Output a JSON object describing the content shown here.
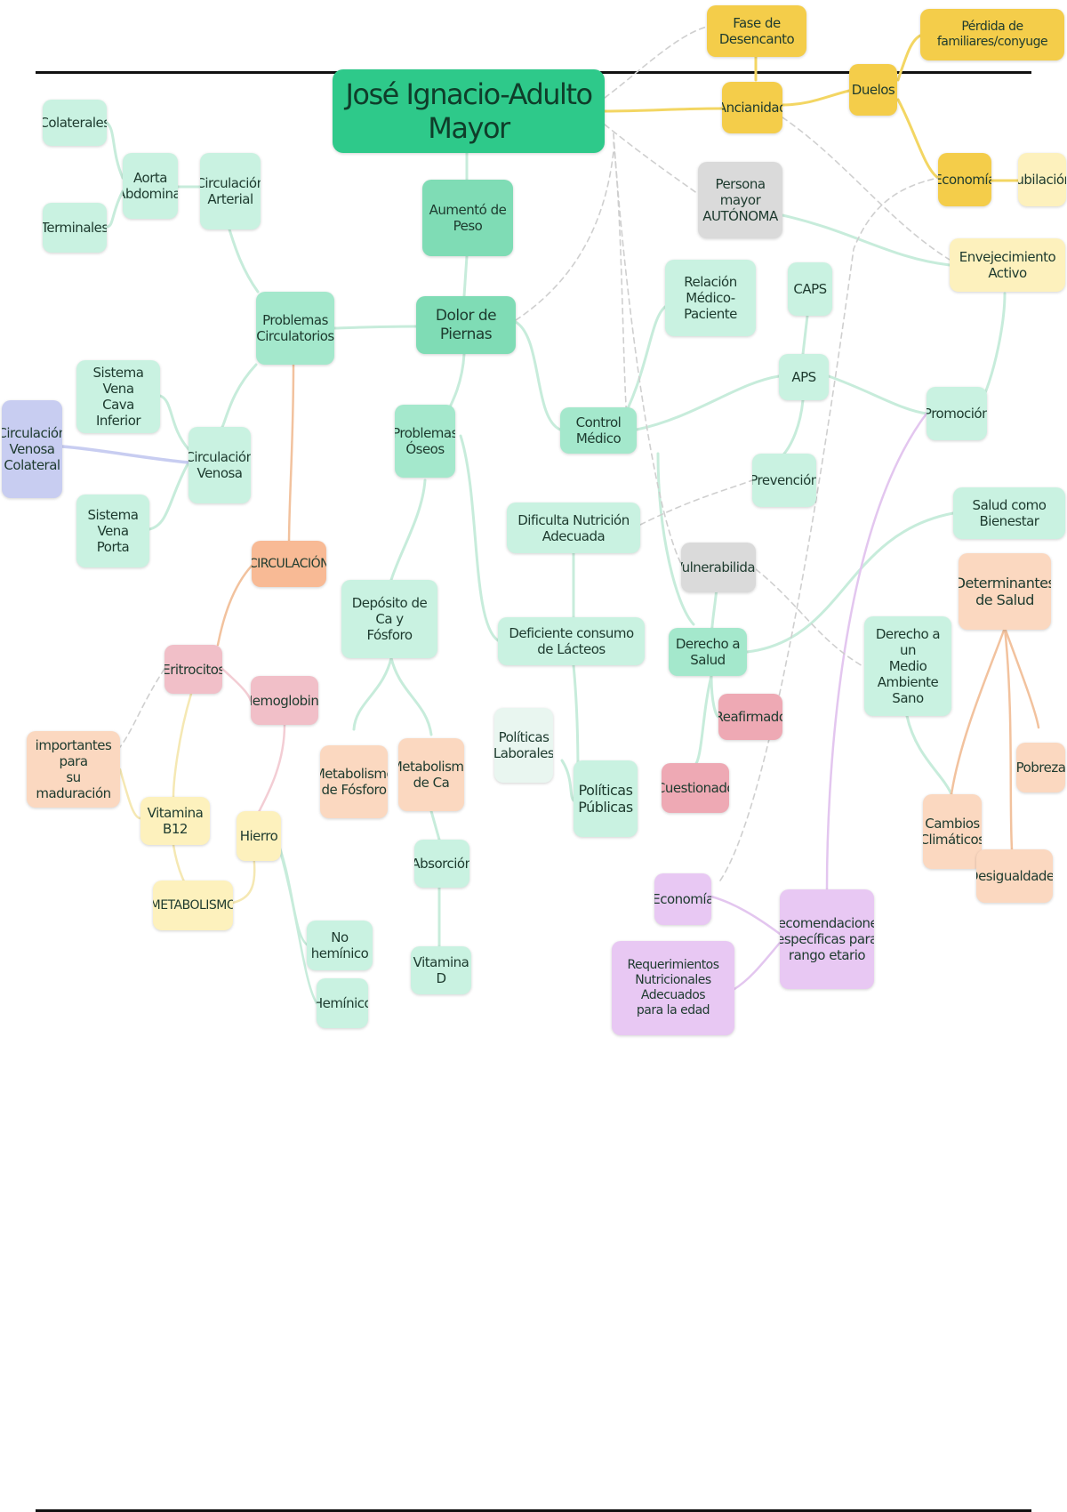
{
  "colors": {
    "mint": "#c9f2e1",
    "green": "#7fdcb5",
    "root": "#2ec98a",
    "yellow": "#f4cd4a",
    "cream": "#fdf1bd",
    "gray": "#dadada",
    "peach": "#fbd8c0",
    "orange": "#f8ba95",
    "pink": "#f1bfc8",
    "rose": "#eea9b4",
    "violet": "#e8c8f3",
    "blue": "#c8cdf1"
  },
  "nodes": {
    "root": "José Ignacio-Adulto Mayor",
    "aumento_peso": "Aumentó de Peso",
    "dolor_piernas": "Dolor de Piernas",
    "problemas_circulatorios": "Problemas\nCirculatorios",
    "problemas_oseos": "Problemas\nÓseos",
    "control_medico": "Control Médico",
    "circulacion_arterial": "Circulación\nArterial",
    "aorta_abdominal": "Aorta\nAbdominal",
    "colaterales": "Colaterales",
    "terminales": "Terminales",
    "circulacion_venosa": "Circulación\nVenosa",
    "sistema_vena_cava": "Sistema Vena\nCava Inferior",
    "sistema_vena_porta": "Sistema\nVena Porta",
    "circulacion_venosa_colateral": "Circulación\nVenosa\nColateral",
    "circulacion_caps": "CIRCULACIÓN",
    "eritrocitos": "Eritrocitos",
    "hemoglobina": "Hemoglobina",
    "importantes_maduracion": "importantes para\nsu maduración",
    "vitamina_b12": "Vitamina B12",
    "hierro": "Hierro",
    "metabolismo_caps": "METABOLISMO",
    "no_hemico": "No hemínico",
    "hemico": "Hemínico",
    "deposito_ca_fosforo": "Depósito de Ca y\nFósforo",
    "metabolismo_fosforo": "Metabolismo\nde Fósforo",
    "metabolismo_ca": "Metabolismo\nde Ca",
    "absorcion": "Absorción",
    "vitamina_d": "Vitamina D",
    "dificulta_nutricion": "Dificulta Nutrición Adecuada",
    "deficiente_lacteos": "Deficiente consumo de Lácteos",
    "politicas_laborales": "Políticas\nLaborales",
    "politicas_publicas": "Políticas\nPúblicas",
    "relacion_medico": "Relación Médico-\nPaciente",
    "caps": "CAPS",
    "aps": "APS",
    "prevencion": "Prevención",
    "vulnerabilidad": "Vulnerabilidad",
    "derecho_salud": "Derecho a Salud",
    "reafirmado": "Reafirmado",
    "cuestionado": "Cuestionado",
    "fase_desencanto": "Fase de Desencanto",
    "ancianidad": "Ancianidad",
    "duelos": "Duelos",
    "perdida_familiares": "Pérdida de familiares/conyuge",
    "economia_yellow": "Economía",
    "jubilacion": "Jubilación",
    "persona_autonoma": "Persona mayor\nAUTÓNOMA",
    "envejecimiento_activo": "Envejecimiento Activo",
    "promocion": "Promoción",
    "salud_bienestar": "Salud como Bienestar",
    "determinantes_salud": "Determinantes\nde Salud",
    "derecho_medio_ambiente": "Derecho a un\nMedio Ambiente\nSano",
    "pobreza": "Pobreza",
    "cambios_climaticos": "Cambios\nClimáticos",
    "desigualdades": "Desigualdades",
    "economia_violet": "Economía",
    "recomendaciones": "Recomendaciones\nespecíficas para\nrango etario",
    "requerimientos": "Requerimientos\nNutricionales Adecuados\npara la edad"
  }
}
